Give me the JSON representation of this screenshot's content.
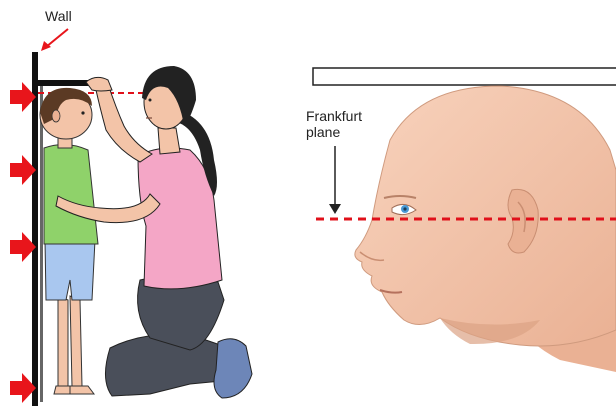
{
  "labels": {
    "wall": "Wall",
    "frankfurt_line1": "Frankfurt",
    "frankfurt_line2": "plane"
  },
  "colors": {
    "guide_line": "#e0101a",
    "arrow_red": "#e8151b",
    "skin": "#f3c4a8",
    "child_shirt": "#8fd26a",
    "child_shorts": "#a9c7ef",
    "adult_shirt": "#f4a6c6",
    "adult_pants": "#4a4f5a",
    "hair": "#222222"
  },
  "icons": {
    "height_arrows": "right-pointing-arrow-icon",
    "wall_pointer": "pointer-arrow-icon",
    "plane_pointer": "down-arrow-icon"
  }
}
